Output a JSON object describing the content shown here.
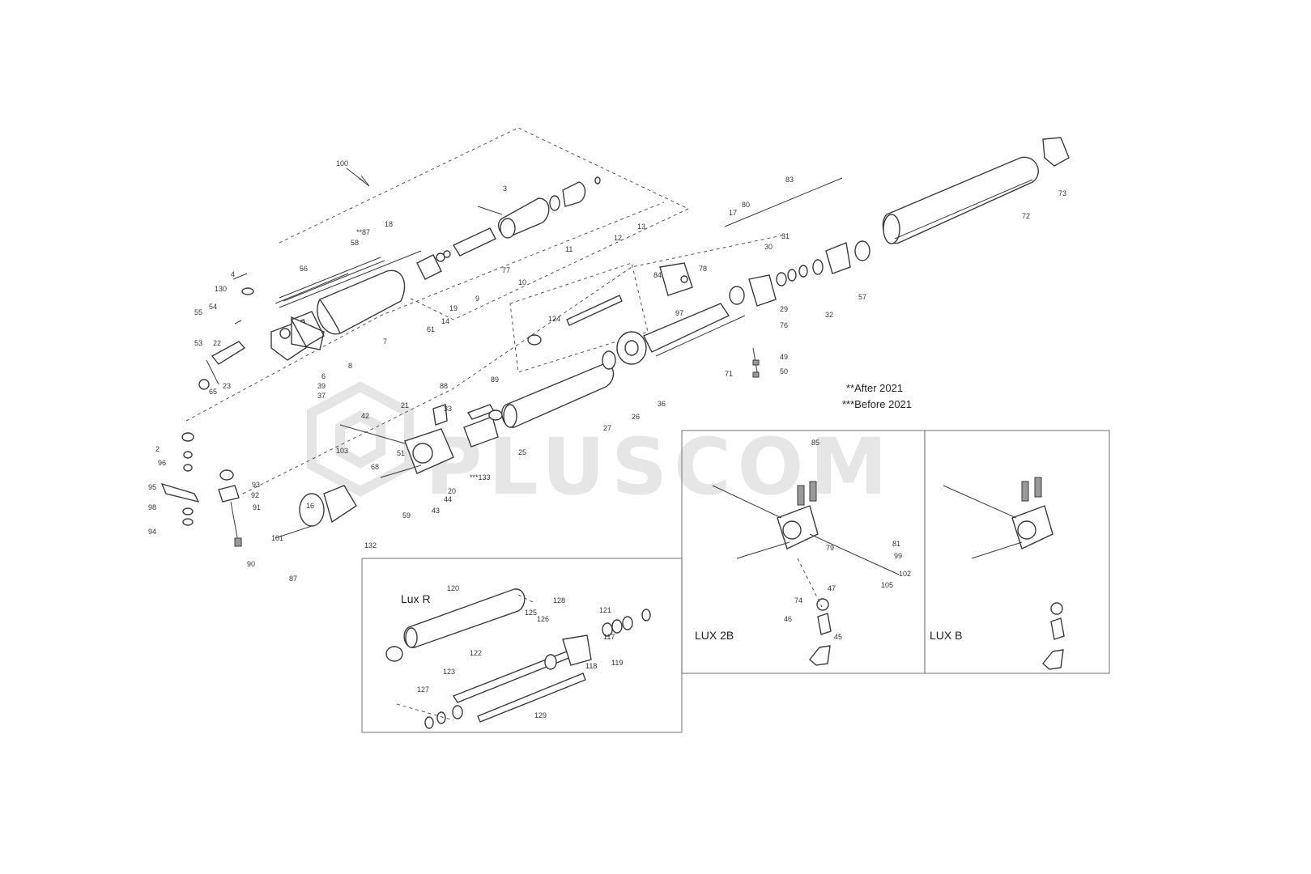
{
  "watermark": {
    "text": "PLUSCOM"
  },
  "notes": {
    "after": "**After 2021",
    "before": "***Before 2021"
  },
  "insets": {
    "lux_r": "Lux R",
    "lux_2b": "LUX 2B",
    "lux_b": "LUX B"
  },
  "labels": [
    "100",
    "18",
    "**87",
    "58",
    "56",
    "7",
    "8",
    "6",
    "4",
    "130",
    "55",
    "54",
    "53",
    "22",
    "23",
    "65",
    "39",
    "37",
    "2",
    "93",
    "96",
    "95",
    "98",
    "94",
    "92",
    "91",
    "90",
    "101",
    "87",
    "16",
    "132",
    "3",
    "11",
    "12",
    "13",
    "10",
    "77",
    "9",
    "19",
    "14",
    "61",
    "124",
    "88",
    "89",
    "21",
    "42",
    "103",
    "33",
    "51",
    "20",
    "***133",
    "44",
    "59",
    "43",
    "68",
    "25",
    "27",
    "26",
    "36",
    "71",
    "49",
    "50",
    "84",
    "78",
    "97",
    "76",
    "29",
    "30",
    "31",
    "32",
    "57",
    "83",
    "17",
    "80",
    "72",
    "73",
    "85",
    "120",
    "125",
    "128",
    "121",
    "117",
    "118",
    "119",
    "122",
    "123",
    "127",
    "129",
    "126",
    "47",
    "46",
    "45",
    "74",
    "79",
    "81",
    "102",
    "105",
    "99"
  ]
}
